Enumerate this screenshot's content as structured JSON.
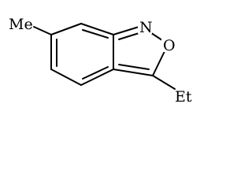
{
  "molecule": {
    "labels": {
      "nitrogen": "N",
      "oxygen": "O",
      "methyl": "Me",
      "ethyl": "Et"
    }
  }
}
